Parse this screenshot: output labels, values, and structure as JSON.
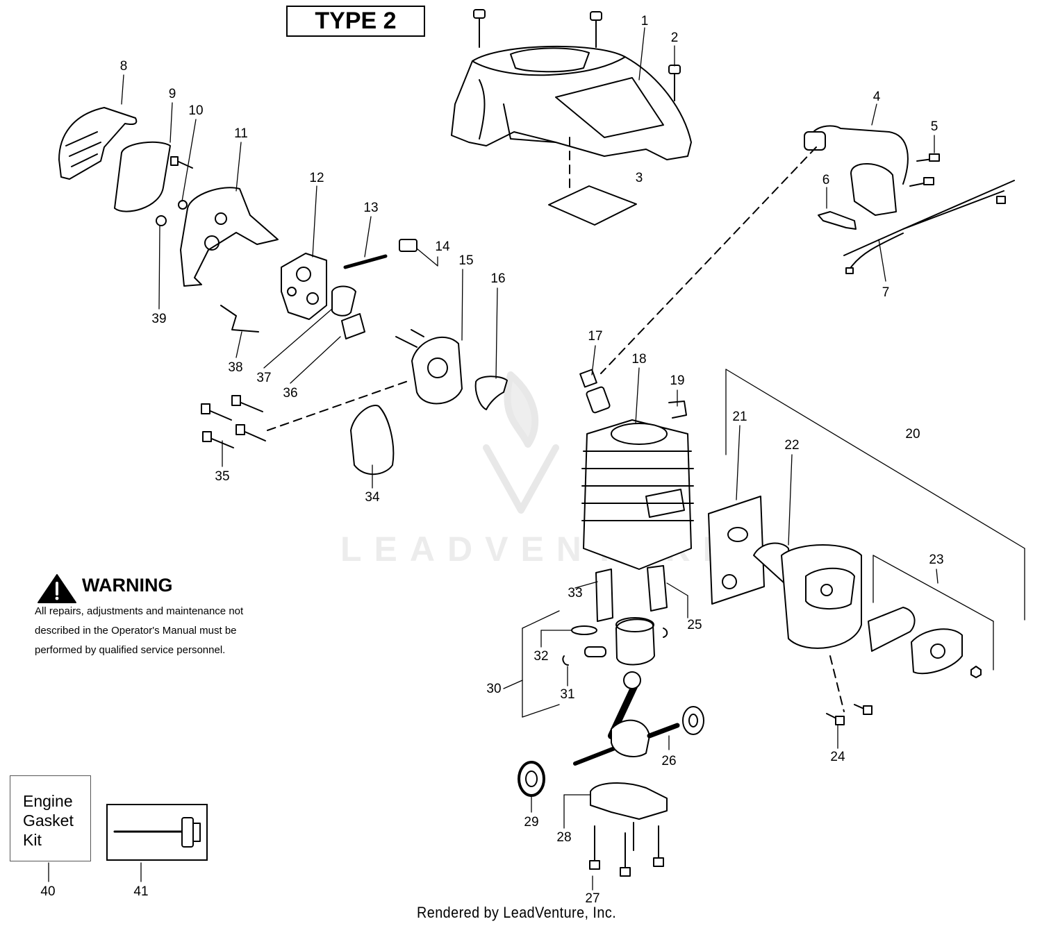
{
  "header": {
    "type_label": "TYPE 2"
  },
  "warning": {
    "title": "WARNING",
    "lines": [
      "All repairs, adjustments and maintenance not",
      "described in the Operator's Manual must be",
      "performed by qualified  service personnel."
    ]
  },
  "kits": {
    "engine_gasket_kit_lines": [
      "Engine",
      "Gasket",
      "Kit"
    ]
  },
  "footer": {
    "credit": "Rendered by LeadVenture, Inc."
  },
  "watermark": {
    "text": "LEADVENTURE"
  },
  "callouts": {
    "n1": "1",
    "n2": "2",
    "n3": "3",
    "n4": "4",
    "n5": "5",
    "n6": "6",
    "n7": "7",
    "n8": "8",
    "n9": "9",
    "n10": "10",
    "n11": "11",
    "n12": "12",
    "n13": "13",
    "n14": "14",
    "n15": "15",
    "n16": "16",
    "n17": "17",
    "n18": "18",
    "n19": "19",
    "n20": "20",
    "n21": "21",
    "n22": "22",
    "n23": "23",
    "n24": "24",
    "n25": "25",
    "n26": "26",
    "n27": "27",
    "n28": "28",
    "n29": "29",
    "n30": "30",
    "n31": "31",
    "n32": "32",
    "n33": "33",
    "n34": "34",
    "n35": "35",
    "n36": "36",
    "n37": "37",
    "n38": "38",
    "n39": "39",
    "n40": "40",
    "n41": "41"
  }
}
